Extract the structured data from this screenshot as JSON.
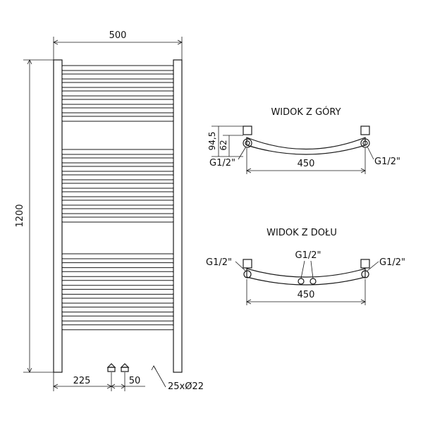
{
  "front_view": {
    "width_label": "500",
    "height_label": "1200",
    "left_offset_label": "225",
    "spacing_label": "50",
    "tube_label": "25xØ22"
  },
  "top_view": {
    "title": "WIDOK Z GÓRY",
    "depth_label": "94,5",
    "depth2_label": "62",
    "left_connection_label": "G1/2\"",
    "right_connection_label": "G1/2\"",
    "width_label": "450"
  },
  "bottom_view": {
    "title": "WIDOK Z DOŁU",
    "left_connection_label": "G1/2\"",
    "center_connection_label": "G1/2\"",
    "right_connection_label": "G1/2\"",
    "width_label": "450"
  }
}
